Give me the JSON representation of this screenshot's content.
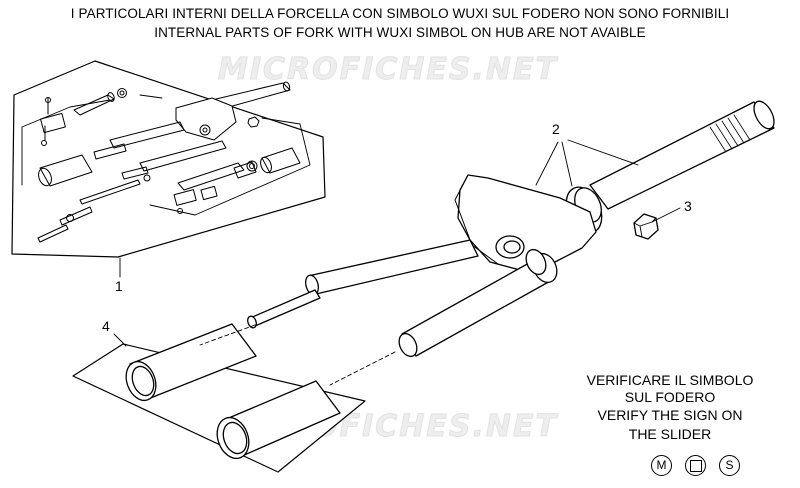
{
  "header": {
    "line1": "I PARTICOLARI INTERNI DELLA FORCELLA CON SIMBOLO WUXI SUL FODERO NON SONO FORNIBILI",
    "line2": "INTERNAL PARTS OF FORK WITH WUXI SIMBOL ON HUB ARE NOT AVAIBLE"
  },
  "watermark": "MICROFICHES.NET",
  "callouts": {
    "c1": "1",
    "c2": "2",
    "c3": "3",
    "c4": "4"
  },
  "note": {
    "line1": "VERIFICARE IL SIMBOLO",
    "line2": "SUL FODERO",
    "line3": "VERIFY THE SIGN ON",
    "line4": "THE SLIDER"
  },
  "symbols": {
    "m": "M",
    "s": "S",
    "square": "square"
  },
  "colors": {
    "line": "#000000",
    "watermark": "#eeeeee"
  }
}
